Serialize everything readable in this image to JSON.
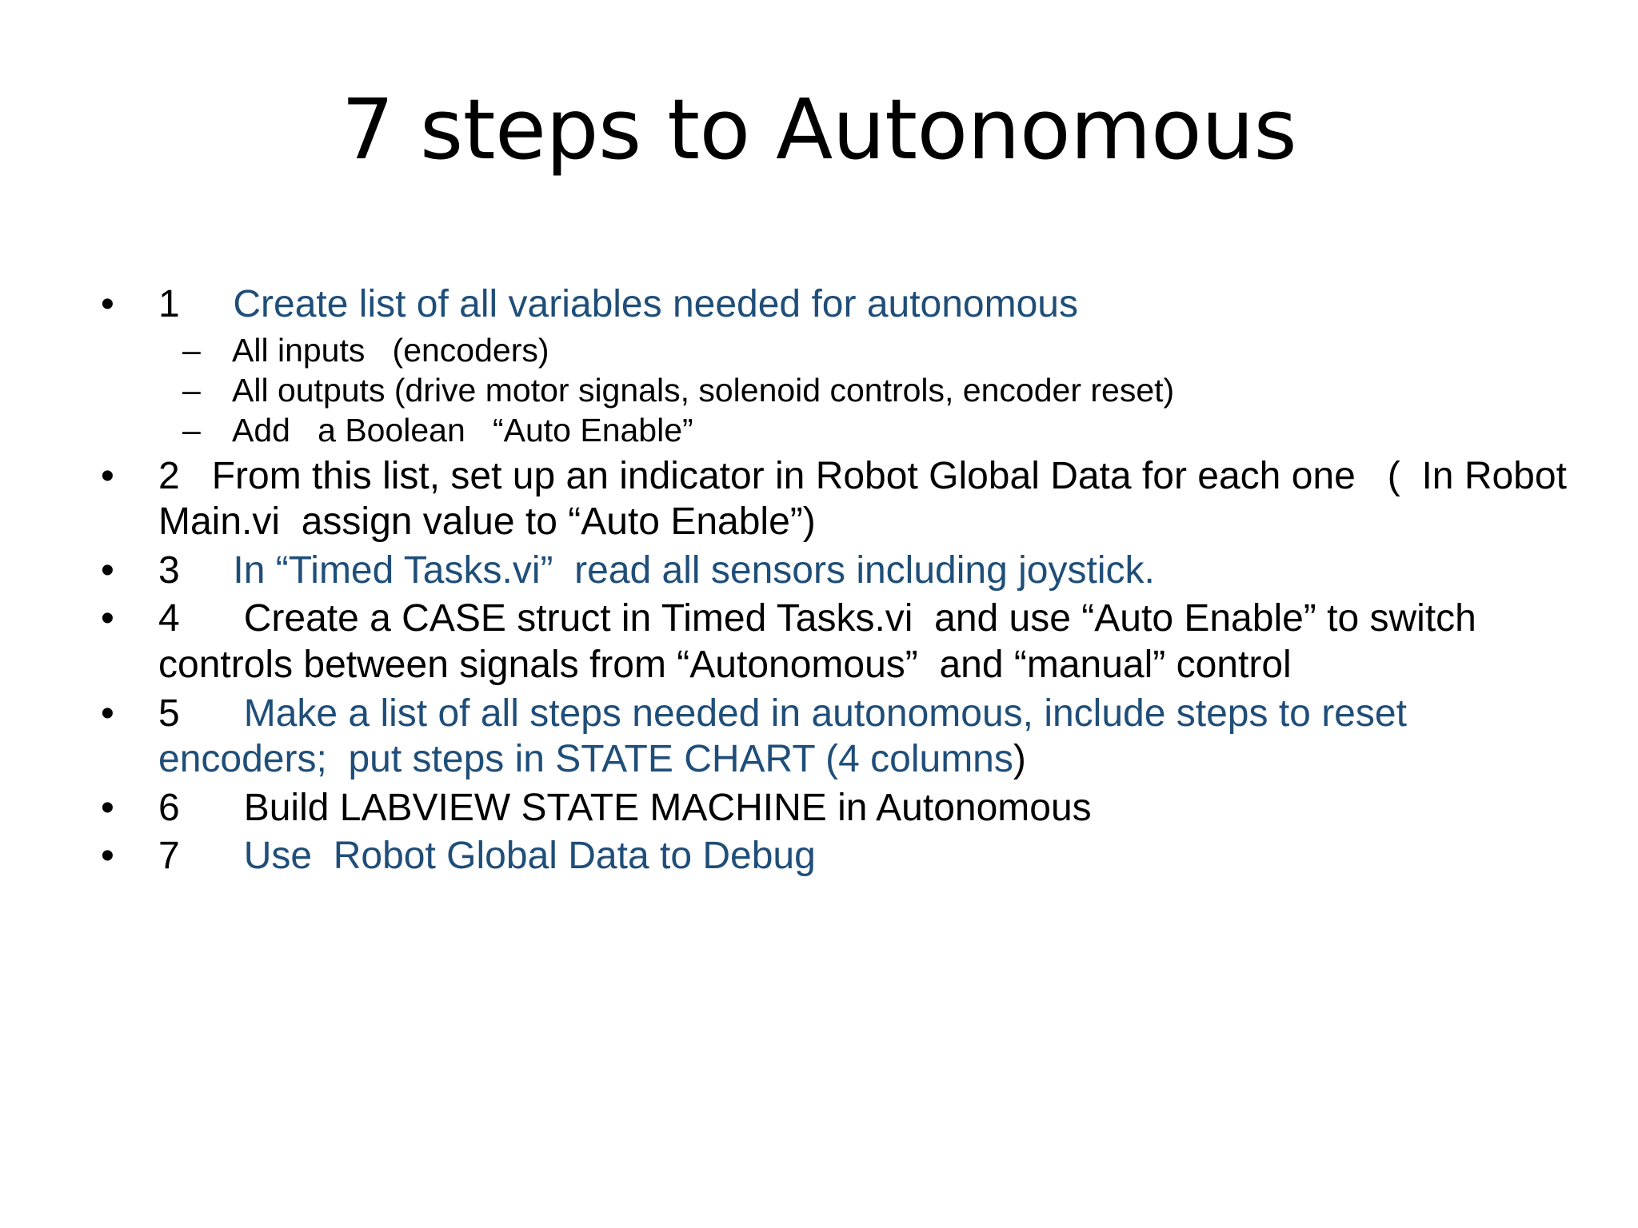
{
  "slide": {
    "title": "7 steps to Autonomous",
    "background_color": "#FFFFFF",
    "accent_color": "#1F4E79",
    "text_color": "#000000",
    "bullet_marker_level1": "•",
    "bullet_marker_level2": "–"
  },
  "items": [
    {
      "number": "1",
      "gap": "     ",
      "text": "Create list of all variables needed for autonomous",
      "color": "blue",
      "subitems": [
        {
          "text": "All inputs   (encoders)",
          "color": "black"
        },
        {
          "text": "All outputs (drive motor signals, solenoid controls, encoder reset)",
          "color": "black"
        },
        {
          "text": "Add   a Boolean   “Auto Enable”",
          "color": "black"
        }
      ]
    },
    {
      "number": "2",
      "gap": "   ",
      "text": "From this list, set up an indicator in Robot Global Data for each one   (  In Robot Main.vi  assign value to “Auto Enable”)",
      "color": "black",
      "subitems": []
    },
    {
      "number": "3",
      "gap": "     ",
      "text": "In “Timed Tasks.vi”  read all sensors including joystick.",
      "color": "blue",
      "subitems": []
    },
    {
      "number": "4",
      "gap": "      ",
      "text": "Create a CASE struct in Timed Tasks.vi  and use “Auto Enable” to switch controls between signals from “Autonomous”  and “manual” control",
      "color": "black",
      "subitems": []
    },
    {
      "number": "5",
      "gap": "      ",
      "text": "Make a list of all steps needed in autonomous, include steps to reset encoders;  put steps in STATE CHART (4 columns",
      "trailing_text": ")",
      "trailing_color": "black",
      "color": "blue",
      "subitems": []
    },
    {
      "number": "6",
      "gap": "      ",
      "text": "Build LABVIEW STATE MACHINE in Autonomous",
      "color": "black",
      "subitems": []
    },
    {
      "number": "7",
      "gap": "      ",
      "text": "Use  Robot Global Data to Debug",
      "color": "blue",
      "subitems": []
    }
  ]
}
